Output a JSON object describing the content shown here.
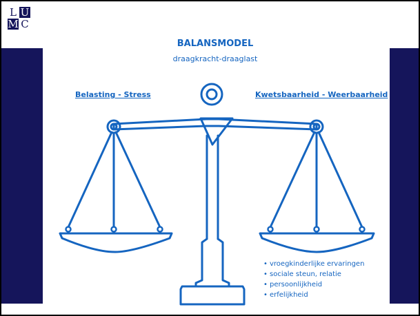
{
  "logo": {
    "letters": [
      "L",
      "U",
      "M",
      "C"
    ]
  },
  "slide": {
    "title": "BALANSMODEL",
    "subtitle": "draagkracht-draaglast",
    "left_label": "Belasting - Stress",
    "right_label": "Kwetsbaarheid - Weerbaarheid",
    "factors": [
      "vroegkinderlijke ervaringen",
      "sociale steun, relatie",
      "persoonlijkheid",
      "erfelijkheid"
    ]
  },
  "colors": {
    "scale_blue": "#1565c0",
    "navy": "#15155b",
    "background": "#ffffff"
  }
}
